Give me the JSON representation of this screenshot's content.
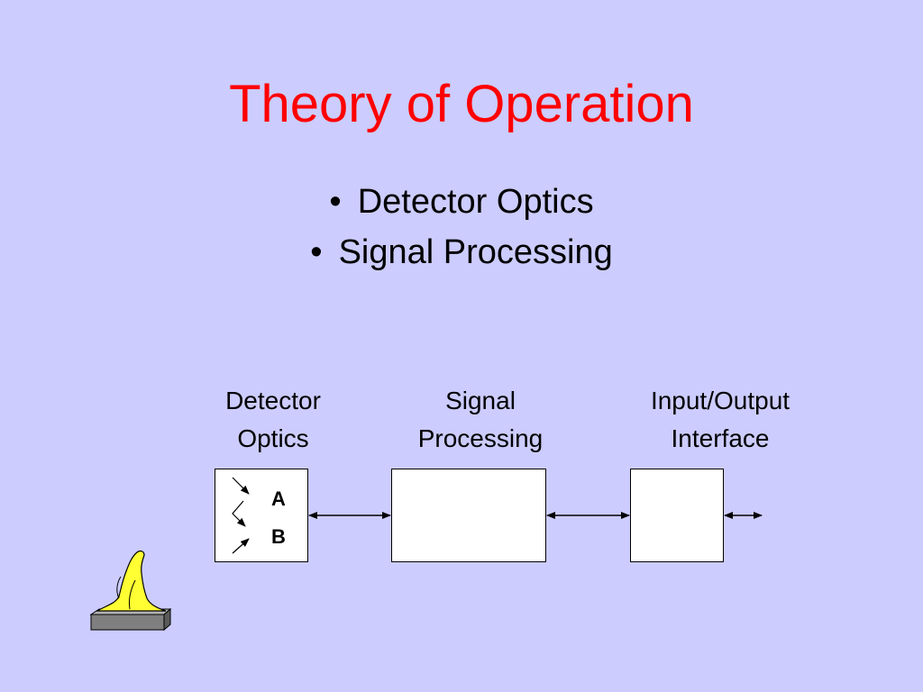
{
  "slide": {
    "title": "Theory of Operation",
    "bullets": [
      {
        "marker": "•",
        "text": "Detector Optics"
      },
      {
        "marker": "•",
        "text": "Signal Processing"
      }
    ]
  },
  "diagram": {
    "blocks": [
      {
        "label": "Detector\nOptics"
      },
      {
        "label": "Signal\nProcessing"
      },
      {
        "label": "Input/Output\nInterface"
      }
    ],
    "detector_channels": [
      {
        "glyph": "",
        "label": "A"
      },
      {
        "glyph": "",
        "label": "B"
      }
    ],
    "flame_icon": "flame-icon"
  },
  "colors": {
    "background": "#ccccff",
    "title": "#ff0000",
    "block_fill": "#ffffff",
    "flame_fill": "#ffff33",
    "flame_base": "#808080"
  }
}
